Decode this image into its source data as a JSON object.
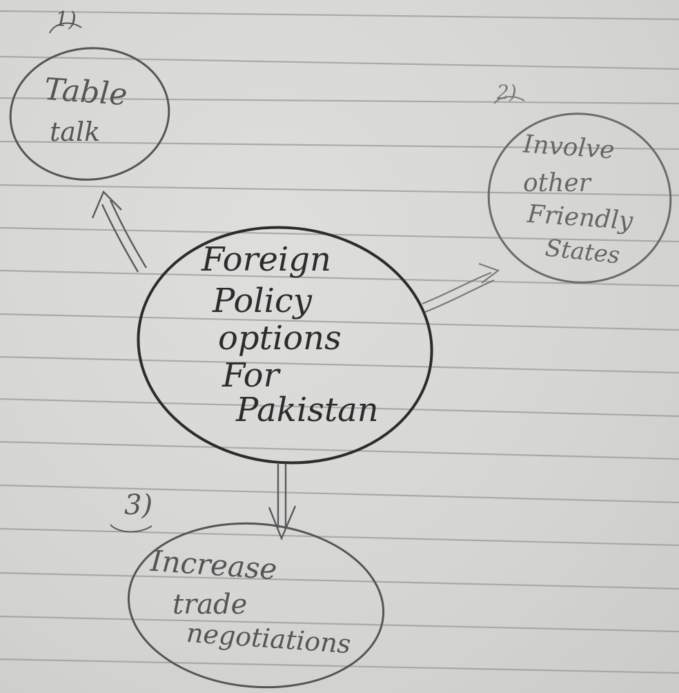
{
  "colors": {
    "paper": "#d9d9d7",
    "rule_line": "#9a9a98",
    "ink_dark": "#2c2c2c",
    "ink_light": "#555555"
  },
  "center": {
    "lines": [
      "Foreign",
      "Policy",
      "options",
      "For",
      "Pakistan"
    ]
  },
  "nodes": [
    {
      "number": "1)",
      "lines": [
        "Table",
        "talk"
      ]
    },
    {
      "number": "2)",
      "lines": [
        "Involve",
        "other",
        "Friendly",
        "States"
      ]
    },
    {
      "number": "3)",
      "lines": [
        "Increase",
        "trade",
        "negotiations"
      ]
    }
  ]
}
